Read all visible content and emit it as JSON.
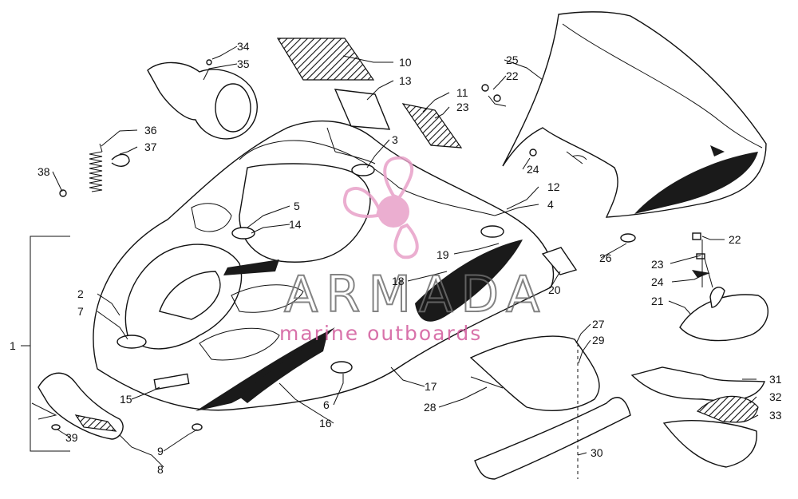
{
  "watermark": {
    "brand": "ARMADA",
    "tagline": "marine outboards",
    "logo_color": "#e8a0c8"
  },
  "callouts": {
    "n1": "1",
    "n2": "2",
    "n3": "3",
    "n4": "4",
    "n5": "5",
    "n6": "6",
    "n7": "7",
    "n8": "8",
    "n9": "9",
    "n10": "10",
    "n11": "11",
    "n12": "12",
    "n13": "13",
    "n14": "14",
    "n15": "15",
    "n16": "16",
    "n17": "17",
    "n18": "18",
    "n19": "19",
    "n20": "20",
    "n21": "21",
    "n22a": "22",
    "n22b": "22",
    "n23a": "23",
    "n23b": "23",
    "n24a": "24",
    "n24b": "24",
    "n25": "25",
    "n26": "26",
    "n27": "27",
    "n28": "28",
    "n29": "29",
    "n30": "30",
    "n31": "31",
    "n32": "32",
    "n33": "33",
    "n34": "34",
    "n35": "35",
    "n36": "36",
    "n37": "37",
    "n38": "38",
    "n39": "39"
  }
}
